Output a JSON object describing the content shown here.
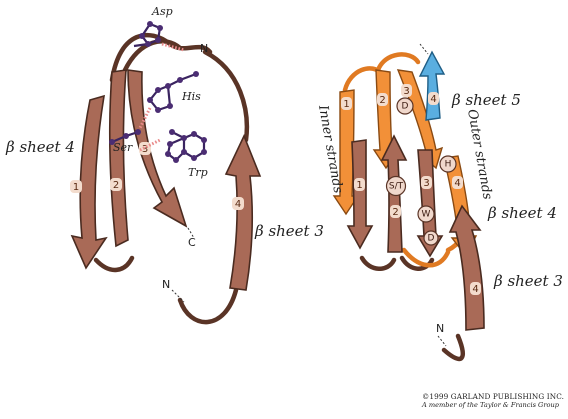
{
  "left": {
    "sheet4": "β sheet 4",
    "sheet3": "β sheet 3",
    "strands": [
      "1",
      "2",
      "3",
      "4"
    ],
    "residues": {
      "asp": "Asp",
      "his": "His",
      "ser": "Ser",
      "trp": "Trp"
    },
    "termini": {
      "n_top": "N",
      "n_bottom": "N",
      "c": "C"
    }
  },
  "right": {
    "sheet5": "β sheet 5",
    "sheet4": "β sheet 4",
    "sheet3": "β sheet 3",
    "inner_strands": "Inner strands",
    "outer_strands": "Outer strands",
    "strands": {
      "o1": "1",
      "o2": "2",
      "o3": "3",
      "b4": "4",
      "i1": "1",
      "i2": "2",
      "i3": "3",
      "i4": "4",
      "b4b": "4"
    },
    "residues": {
      "d_top": "D",
      "st": "S/T",
      "w": "W",
      "h": "H",
      "d_bottom": "D"
    },
    "termini": {
      "n": "N"
    }
  },
  "copyright": {
    "line1": "©1999 GARLAND PUBLISHING INC.",
    "line2": "A member of the Taylor & Francis Group"
  },
  "colors": {
    "brown": "#a96a57",
    "orange": "#f29038",
    "blue": "#5aaee0",
    "atom": "#4b2d73",
    "hbond": "#e98a8a"
  }
}
